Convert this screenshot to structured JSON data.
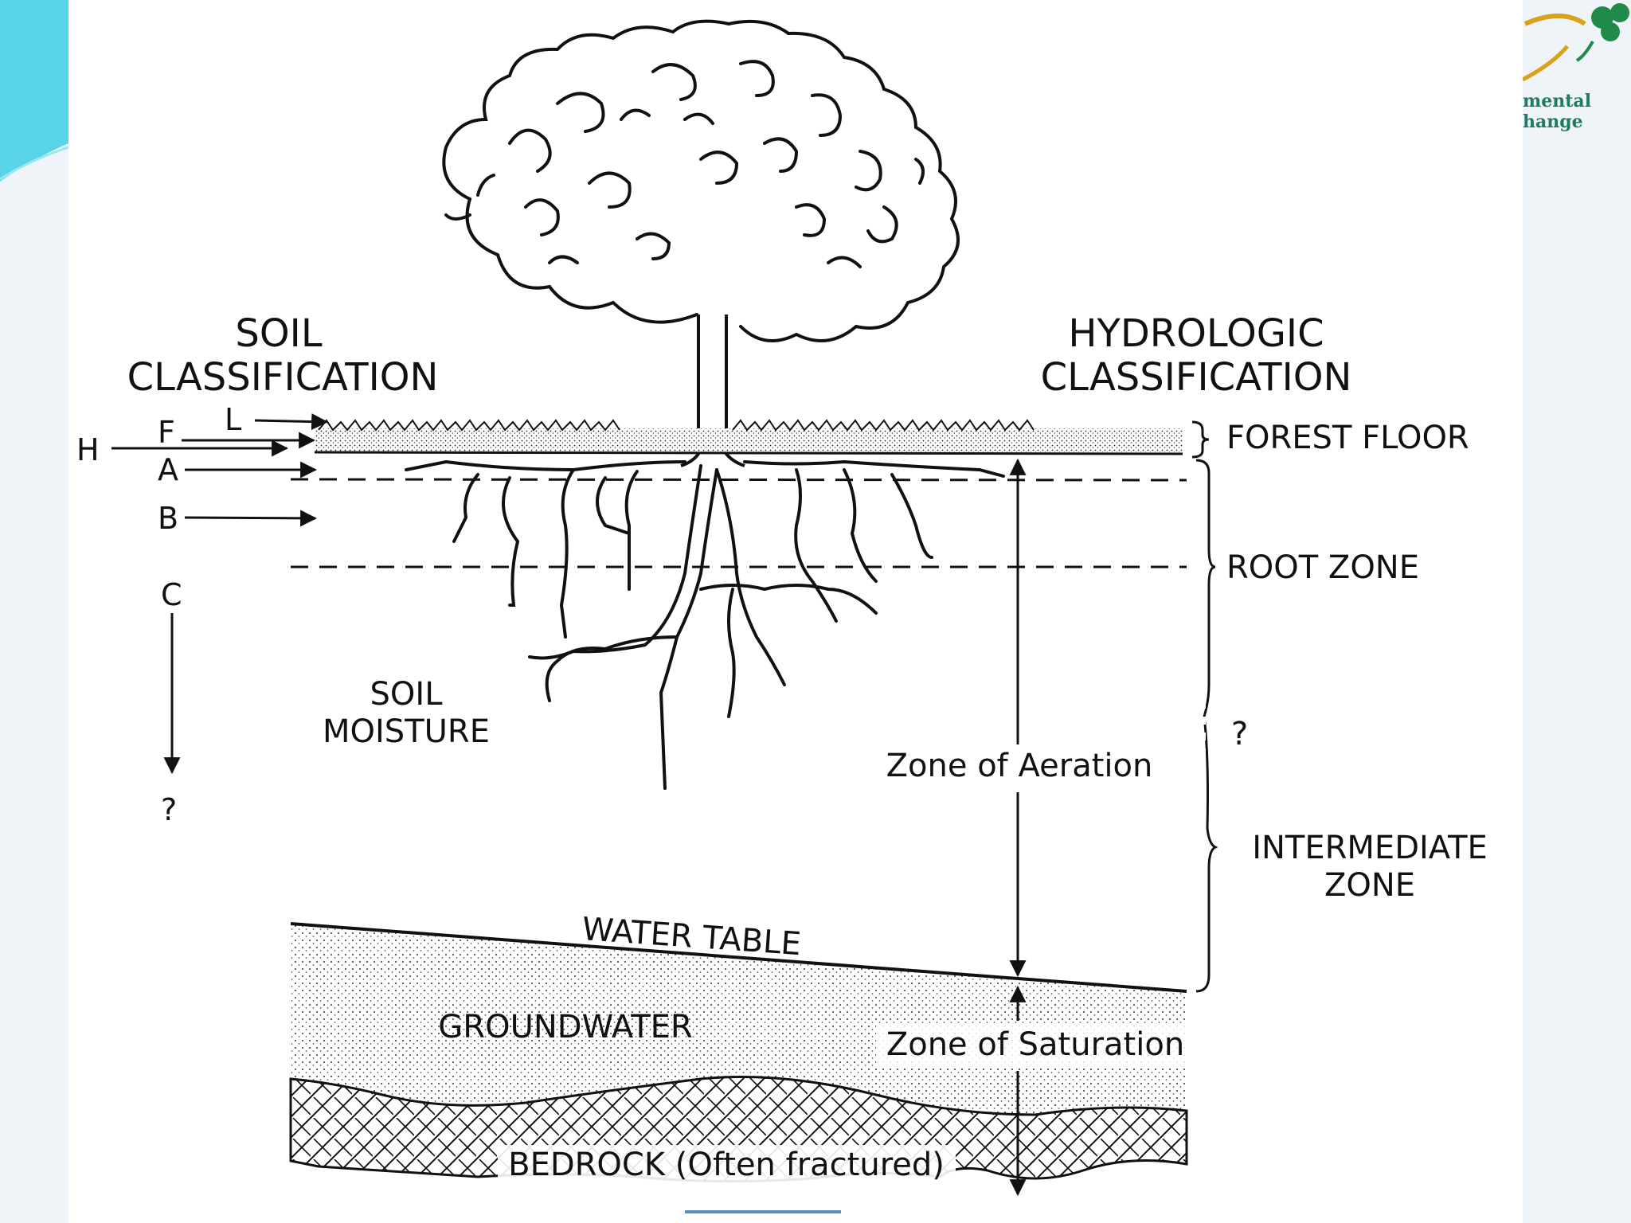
{
  "logo": {
    "line1": "mental",
    "line2": "hange",
    "accent_color": "#1f8a4a",
    "swoosh_color": "#d9a21b"
  },
  "colors": {
    "slide_background": "#eef4f7",
    "corner_accent": "#58d3e8",
    "diagram_background": "#ffffff",
    "ink": "#111111"
  },
  "left_heading": {
    "line1": "SOIL",
    "line2": "CLASSIFICATION"
  },
  "right_heading": {
    "line1": "HYDROLOGIC",
    "line2": "CLASSIFICATION"
  },
  "soil_horizons": {
    "L": "L",
    "F": "F",
    "H": "H",
    "A": "A",
    "B": "B",
    "C": "C",
    "unknown": "?"
  },
  "hydrologic_zones": {
    "forest_floor": "FOREST FLOOR",
    "root_zone": "ROOT ZONE",
    "unknown": "?",
    "intermediate_zone_line1": "INTERMEDIATE",
    "intermediate_zone_line2": "ZONE"
  },
  "body_labels": {
    "soil_moisture_line1": "SOIL",
    "soil_moisture_line2": "MOISTURE",
    "zone_of_aeration": "Zone of Aeration",
    "water_table": "WATER TABLE",
    "groundwater": "GROUNDWATER",
    "zone_of_saturation": "Zone of Saturation",
    "bedrock": "BEDROCK (Often fractured)"
  }
}
